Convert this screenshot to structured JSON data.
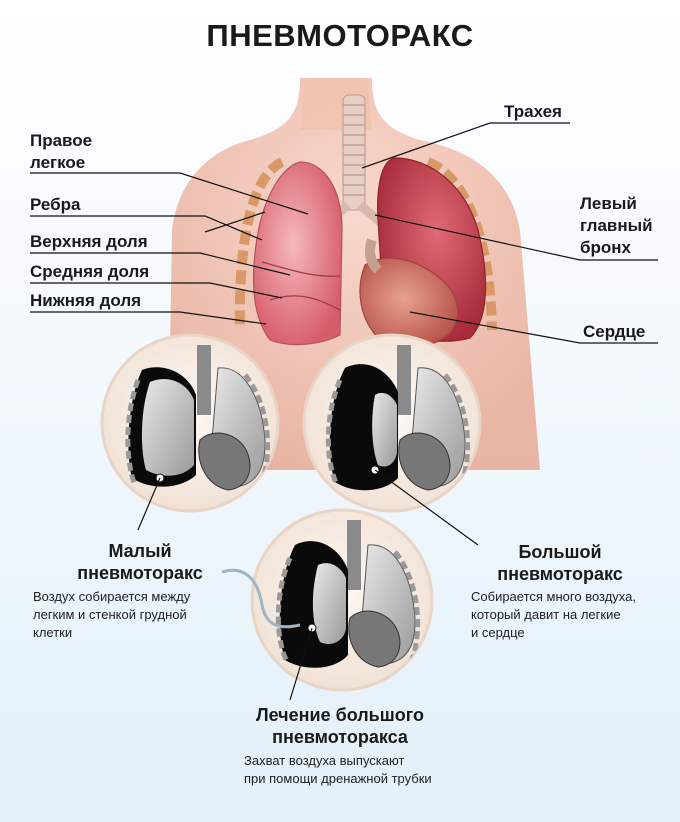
{
  "title": "ПНЕВМОТОРАКС",
  "labels": {
    "right_lung": [
      "Правое",
      "легкое"
    ],
    "ribs": "Ребра",
    "upper_lobe": "Верхняя доля",
    "middle_lobe": "Средняя доля",
    "lower_lobe": "Нижняя доля",
    "trachea": "Трахея",
    "left_bronchus": [
      "Левый",
      "главный",
      "бронх"
    ],
    "heart": "Сердце"
  },
  "panels": {
    "small": {
      "title": [
        "Малый",
        "пневмоторакс"
      ],
      "desc": [
        "Воздух собирается между",
        "легким и стенкой грудной",
        "клетки"
      ]
    },
    "large": {
      "title": [
        "Большой",
        "пневмоторакс"
      ],
      "desc": [
        "Собирается много воздуха,",
        "который давит на легкие",
        "и сердце"
      ]
    },
    "treatment": {
      "title": [
        "Лечение большого",
        "пневмоторакса"
      ],
      "desc": [
        "Захват воздуха выпускают",
        "при помощи дренажной трубки"
      ]
    }
  },
  "colors": {
    "skin": "#f3c2b0",
    "lung_right": "#e8808a",
    "lung_left": "#c94452",
    "heart": "#d4706a",
    "air": "#0a0a0a",
    "circle": "#f9f1ea"
  }
}
